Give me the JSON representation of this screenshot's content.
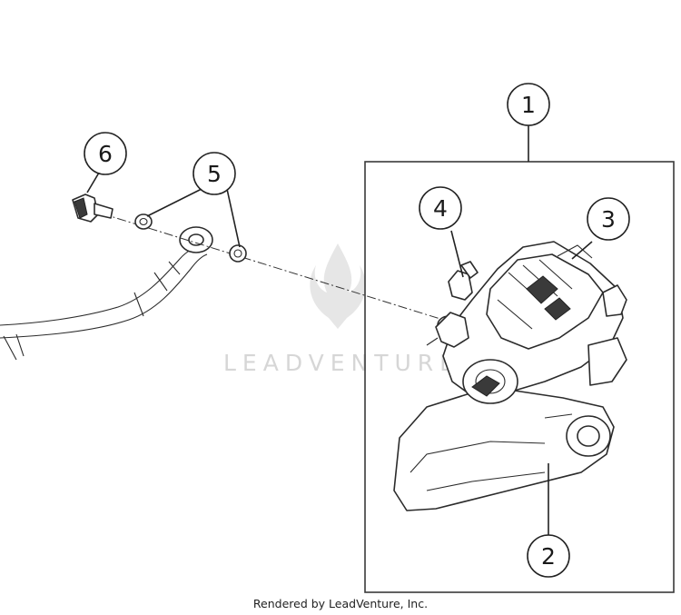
{
  "callouts": [
    "1",
    "2",
    "3",
    "4",
    "5",
    "6"
  ],
  "watermark": "LEADVENTURE",
  "footer": "Rendered by LeadVenture, Inc."
}
